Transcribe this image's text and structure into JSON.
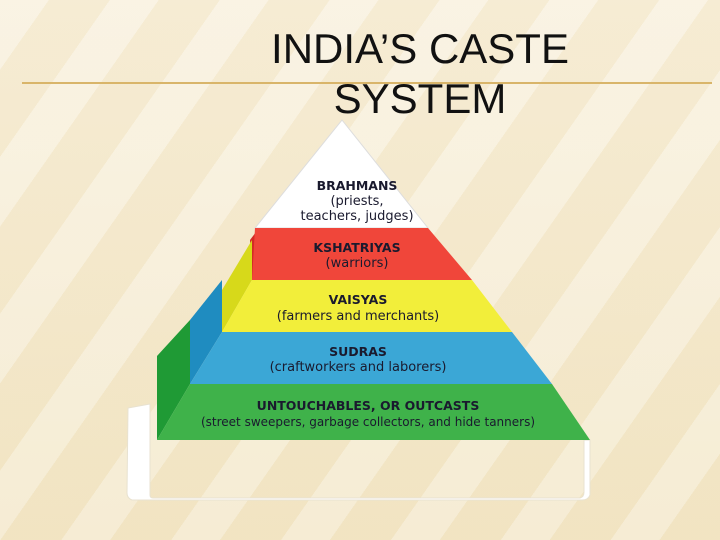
{
  "slide": {
    "title_line1": "INDIA’S CASTE",
    "title_line2": "SYSTEM"
  },
  "pyramid": {
    "tiers": [
      {
        "name": "BRAHMANS",
        "desc_line1": "(priests,",
        "desc_line2": "teachers, judges)",
        "color": "#ffffff",
        "side_color": "#e8e8e8"
      },
      {
        "name": "KSHATRIYAS",
        "desc_line1": "(warriors)",
        "desc_line2": "",
        "color": "#f0463a",
        "side_color": "#d42a25"
      },
      {
        "name": "VAISYAS",
        "desc_line1": "(farmers and merchants)",
        "desc_line2": "",
        "color": "#f2ee3a",
        "side_color": "#d7d91a"
      },
      {
        "name": "SUDRAS",
        "desc_line1": "(craftworkers and laborers)",
        "desc_line2": "",
        "color": "#3ba7d6",
        "side_color": "#1f8cc0"
      },
      {
        "name": "UNTOUCHABLES, OR OUTCASTS",
        "desc_line1": "(street sweepers, garbage collectors, and hide tanners)",
        "desc_line2": "",
        "color": "#3fb24a",
        "side_color": "#1f9a35"
      }
    ]
  }
}
